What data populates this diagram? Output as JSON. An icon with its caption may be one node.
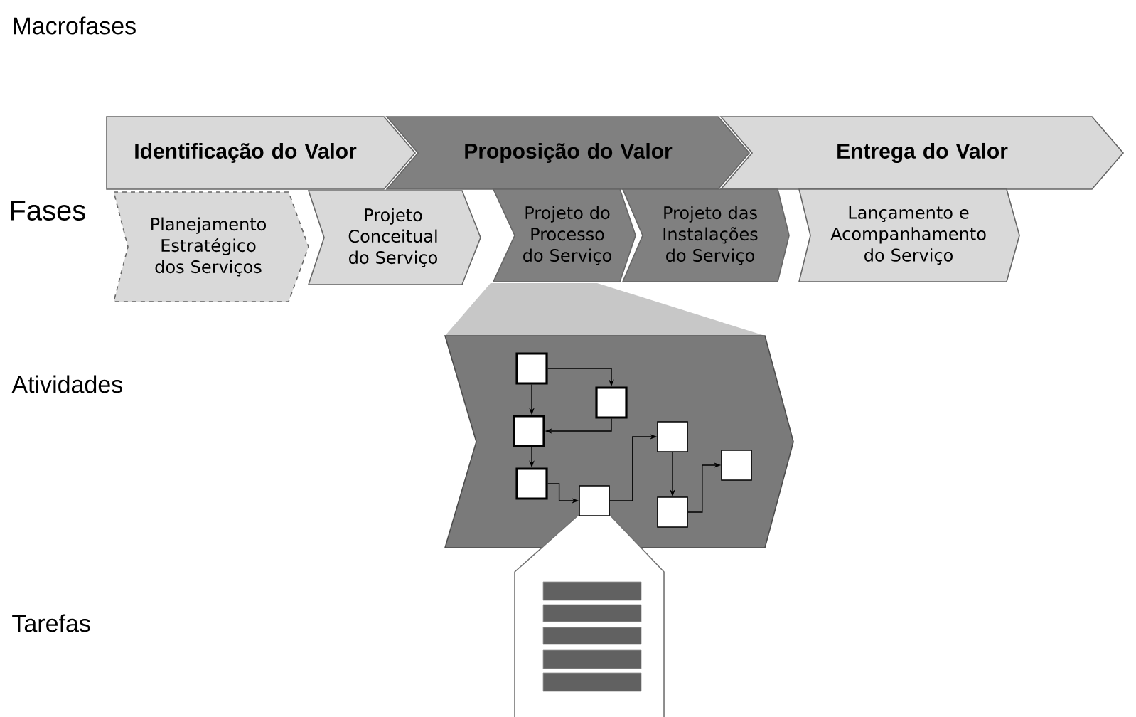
{
  "diagram": {
    "nodes": [
      {
        "text": [
          "Identificação do Valor"
        ]
      },
      {
        "text": [
          "Proposição do Valor"
        ]
      },
      {
        "text": [
          "Entrega do Valor"
        ]
      },
      {
        "text": [
          "Planejamento Estratégico dos Serviços"
        ]
      },
      {
        "text": [
          "Projeto Conceitual do Serviço"
        ]
      },
      {
        "text": [
          "Projeto do Processo do Serviço"
        ]
      },
      {
        "text": [
          "Projeto das Instalações do Serviço"
        ]
      },
      {
        "text": [
          "Lançamento e Acompanhamento do Serviço"
        ]
      },
      {
        "text": [],
        "shape": "chevron"
      },
      {
        "text": [],
        "shape": "box",
        "in": 8
      },
      {
        "text": [],
        "shape": "box",
        "in": 8
      },
      {
        "text": [],
        "shape": "box",
        "in": 8
      },
      {
        "text": [],
        "shape": "box",
        "in": 8
      },
      {
        "text": [],
        "shape": "box",
        "in": 8
      },
      {
        "text": [],
        "shape": "box",
        "in": 8
      },
      {
        "text": [],
        "shape": "box",
        "in": 8
      },
      {
        "text": [],
        "shape": "box",
        "in": 8
      },
      {
        "text": [],
        "shape": "pentagon"
      },
      {
        "text": [],
        "shape": "trapezoid"
      }
    ],
    "edges": [
      {
        "from": 9,
        "to": 10,
        "arrow": "to"
      },
      {
        "from": 9,
        "to": 11,
        "arrow": "to"
      },
      {
        "from": 10,
        "to": 11,
        "arrow": "to"
      },
      {
        "from": 11,
        "to": 12,
        "arrow": "to"
      },
      {
        "from": 12,
        "to": 13,
        "arrow": "to"
      },
      {
        "from": 13,
        "to": 14,
        "arrow": "to"
      },
      {
        "from": 14,
        "to": 15,
        "arrow": "to"
      },
      {
        "from": 15,
        "to": 16,
        "arrow": "to"
      }
    ],
    "labels": [
      "Macrofases",
      "Fases",
      "Atividades",
      "Tarefas"
    ]
  }
}
